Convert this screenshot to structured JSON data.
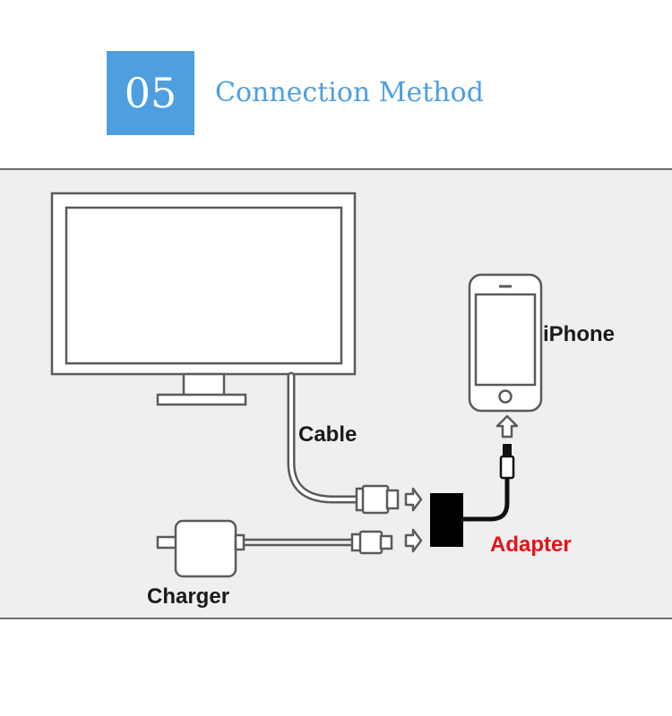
{
  "header": {
    "step_number": "05",
    "title": "Connection Method",
    "accent_color": "#4d9fe0"
  },
  "diagram": {
    "labels": {
      "iphone": "iPhone",
      "cable": "Cable",
      "adapter": "Adapter",
      "charger": "Charger"
    },
    "adapter_label_color": "#e4121a",
    "icons": [
      "monitor-icon",
      "iphone-icon",
      "charger-icon",
      "adapter-icon",
      "hdmi-plug-icon",
      "usb-plug-icon",
      "lightning-plug-icon",
      "arrow-right-icon",
      "arrow-up-icon"
    ]
  }
}
